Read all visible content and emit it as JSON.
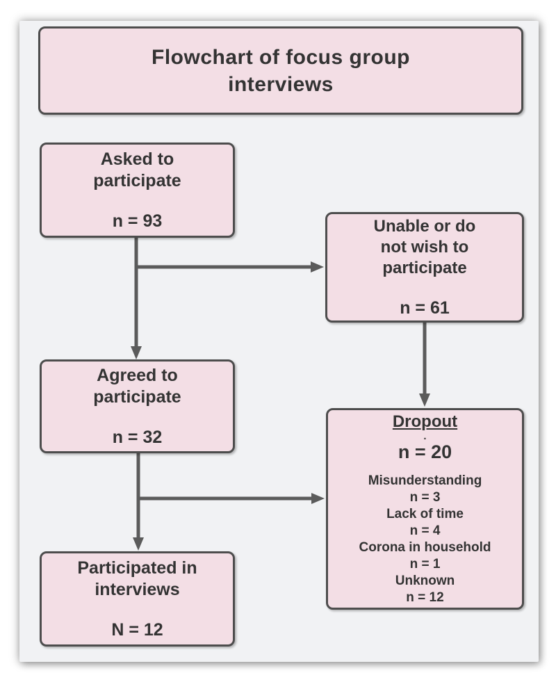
{
  "diagram": {
    "title": {
      "line1": "Flowchart of focus group",
      "line2": "interviews"
    },
    "nodes": {
      "asked": {
        "lines": [
          "Asked to",
          "participate"
        ],
        "count": "n = 93"
      },
      "unable": {
        "lines": [
          "Unable or do",
          "not wish to",
          "participate"
        ],
        "count": "n = 61"
      },
      "agreed": {
        "lines": [
          "Agreed to",
          "participate"
        ],
        "count": "n = 32"
      },
      "dropout": {
        "heading": "Dropout",
        "stray_dot": ".",
        "count": "n = 20",
        "reasons": [
          {
            "label": "Misunderstanding",
            "count": "n = 3"
          },
          {
            "label": "Lack of time",
            "count": "n = 4"
          },
          {
            "label": "Corona in household",
            "count": "n = 1"
          },
          {
            "label": "Unknown",
            "count": "n = 12"
          }
        ]
      },
      "participated": {
        "lines": [
          "Participated in",
          "interviews"
        ],
        "count": "N = 12"
      }
    },
    "colors": {
      "box_fill": "#f3dee5",
      "box_border": "#4d4d4d",
      "arrow": "#5b5b5b",
      "canvas_bg": "#f1f2f4",
      "text": "#333333"
    }
  }
}
